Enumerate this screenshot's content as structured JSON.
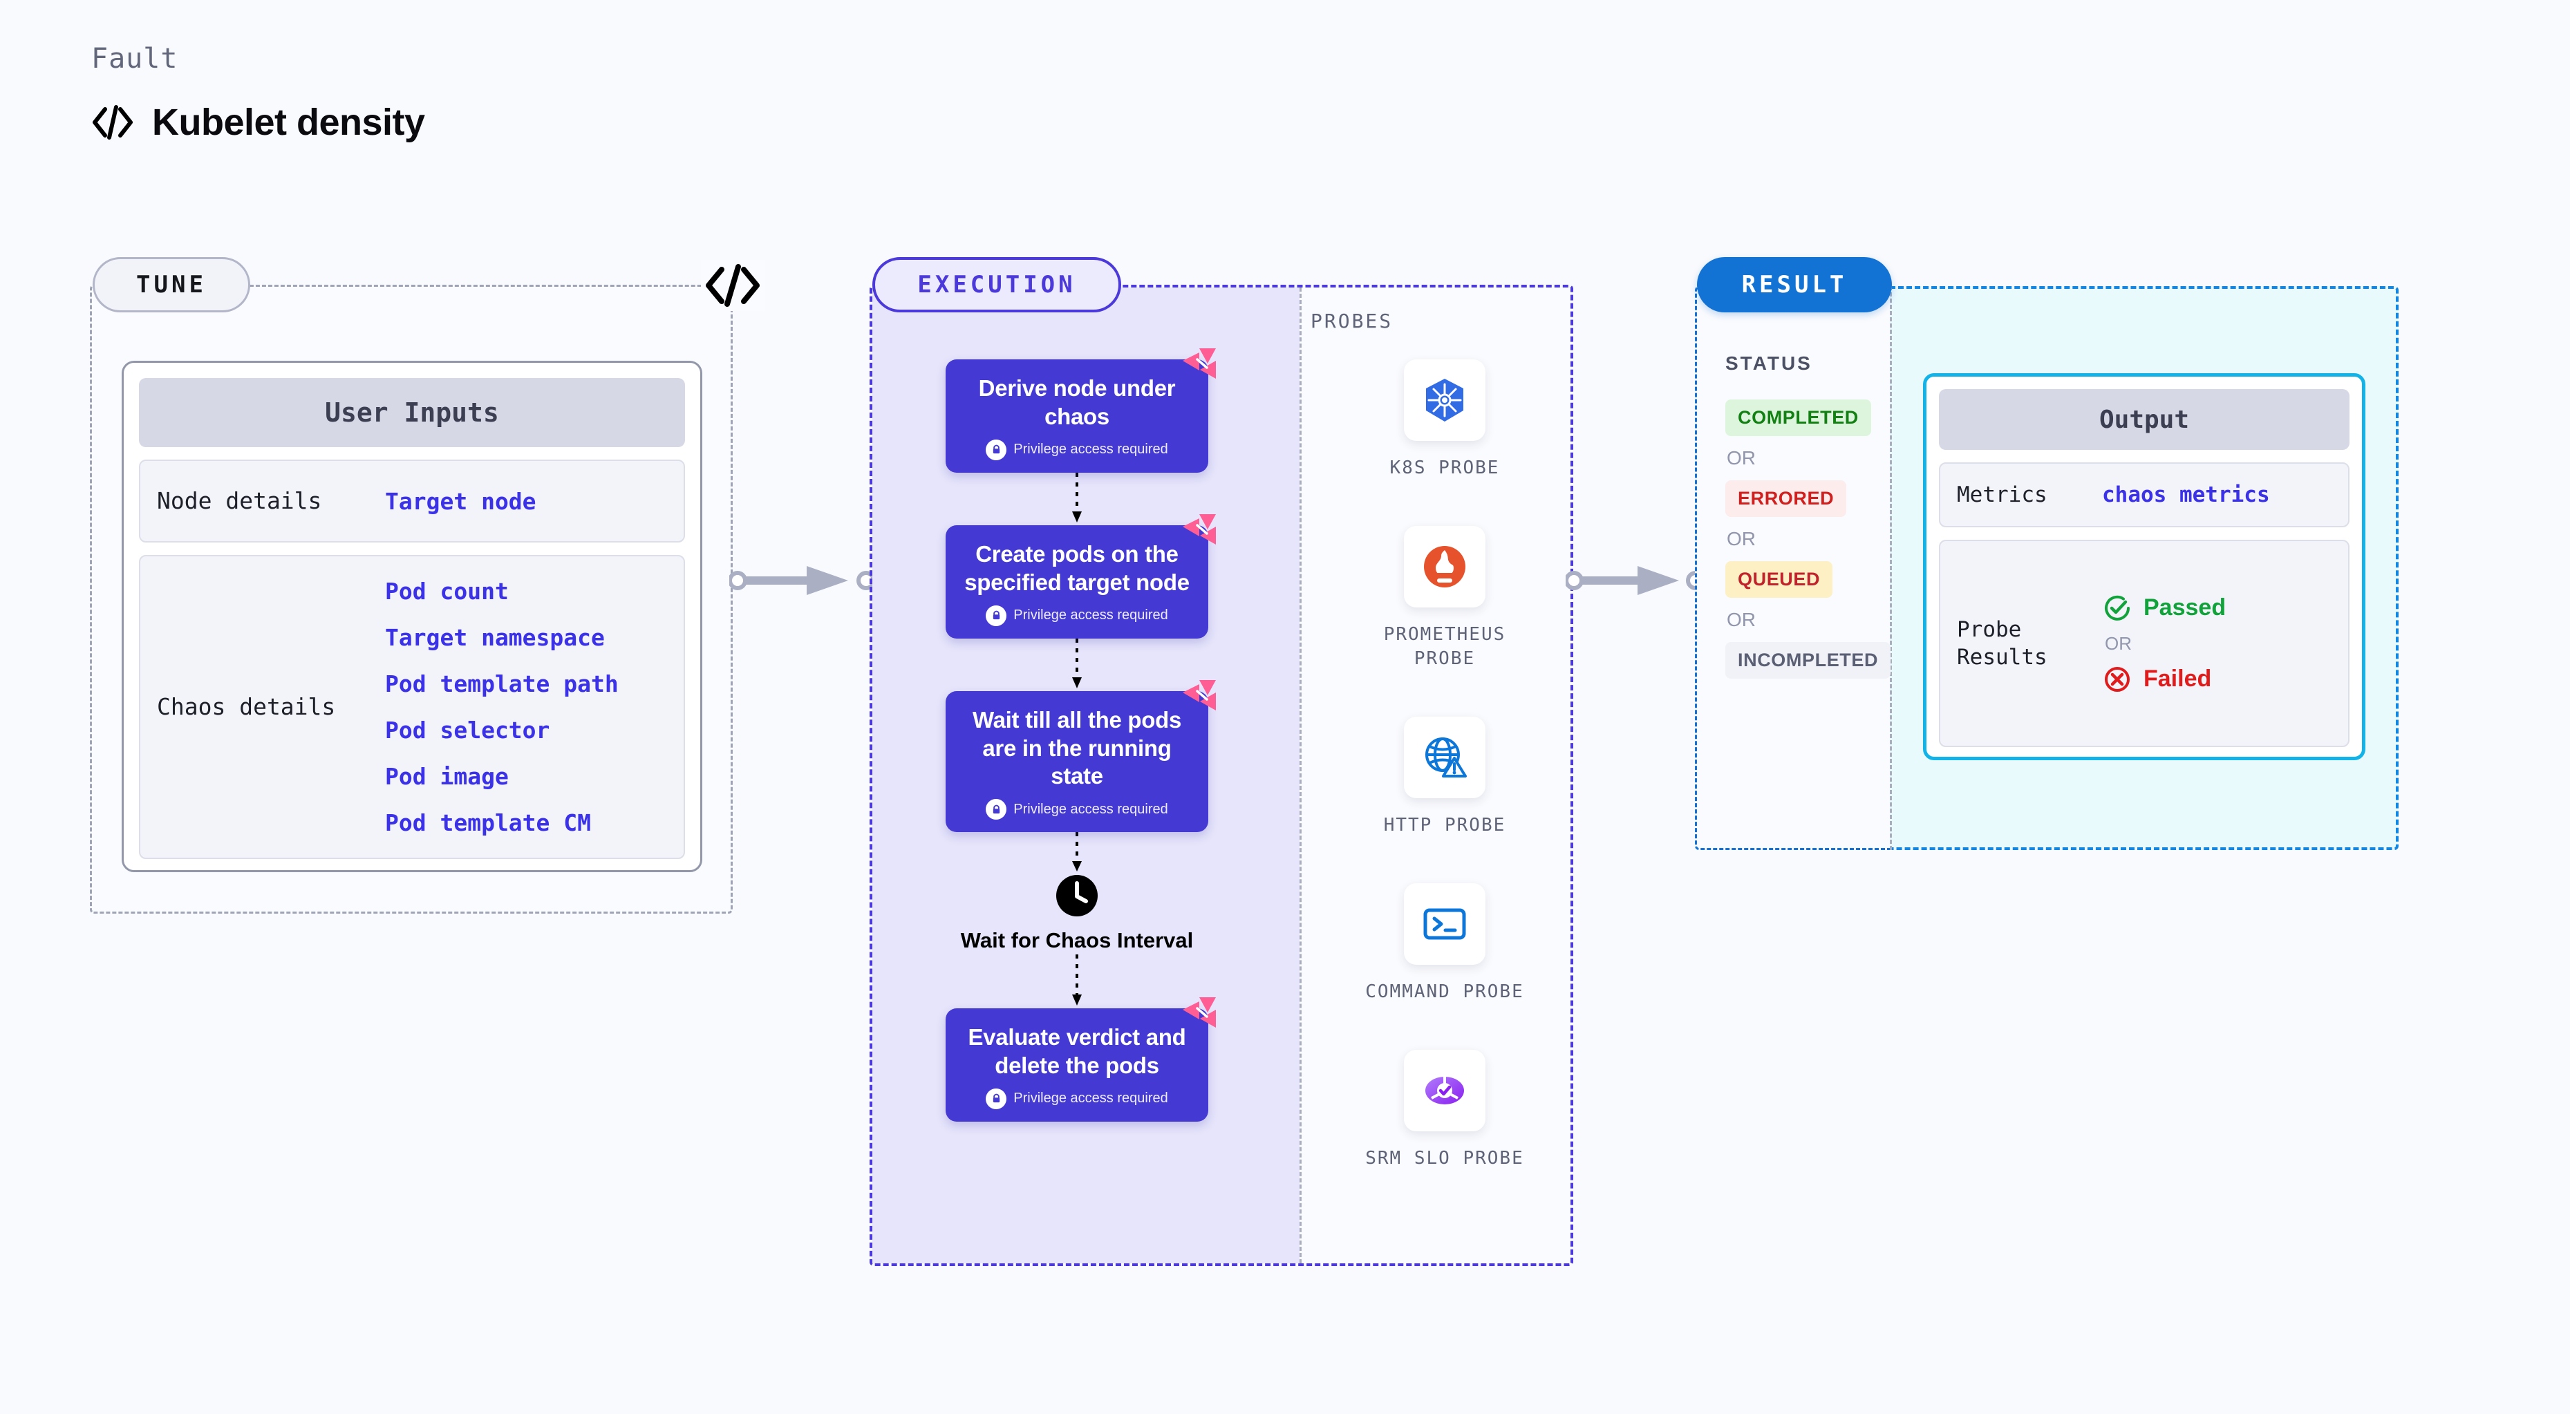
{
  "header": {
    "eyebrow": "Fault",
    "title": "Kubelet density",
    "icon": "code-icon"
  },
  "tune": {
    "pill_label": "TUNE",
    "code_icon": "code-icon",
    "card_title": "User Inputs",
    "rows": [
      {
        "key": "Node details",
        "values": [
          "Target node"
        ]
      },
      {
        "key": "Chaos details",
        "values": [
          "Pod count",
          "Target namespace",
          "Pod template path",
          "Pod selector",
          "Pod image",
          "Pod template CM"
        ]
      }
    ]
  },
  "execution": {
    "pill_label": "EXECUTION",
    "steps": [
      {
        "title": "Derive node under chaos",
        "sub": "Privilege access required",
        "lock": "lock-icon",
        "badge": "harness-logo-badge"
      },
      {
        "title": "Create pods on the specified target node",
        "sub": "Privilege access required",
        "lock": "lock-icon",
        "badge": "harness-logo-badge"
      },
      {
        "title": "Wait till all the pods are in the running state",
        "sub": "Privilege access required",
        "lock": "lock-icon",
        "badge": "harness-logo-badge"
      }
    ],
    "wait_node": {
      "icon": "clock-icon",
      "label": "Wait for Chaos Interval"
    },
    "final_step": {
      "title": "Evaluate verdict and delete the pods",
      "sub": "Privilege access required",
      "lock": "lock-icon",
      "badge": "harness-logo-badge"
    }
  },
  "probes": {
    "title": "PROBES",
    "items": [
      {
        "name": "K8S PROBE",
        "icon": "kubernetes-icon"
      },
      {
        "name": "PROMETHEUS PROBE",
        "icon": "prometheus-icon"
      },
      {
        "name": "HTTP PROBE",
        "icon": "http-globe-icon"
      },
      {
        "name": "COMMAND PROBE",
        "icon": "terminal-icon"
      },
      {
        "name": "SRM SLO PROBE",
        "icon": "srm-slo-icon"
      }
    ]
  },
  "result": {
    "pill_label": "RESULT",
    "status_title": "STATUS",
    "or_label": "OR",
    "statuses": [
      {
        "label": "COMPLETED",
        "bg": "#ddf5dd",
        "fg": "#128012"
      },
      {
        "label": "ERRORED",
        "bg": "#fdecec",
        "fg": "#cf2020"
      },
      {
        "label": "QUEUED",
        "bg": "#fdf0c4",
        "fg": "#c0232c"
      },
      {
        "label": "INCOMPLETED",
        "bg": "#f1f2f7",
        "fg": "#5a5f73"
      }
    ],
    "output": {
      "card_title": "Output",
      "metrics_key": "Metrics",
      "metrics_value": "chaos metrics",
      "probe_key": "Probe Results",
      "passed_label": "Passed",
      "failed_label": "Failed",
      "or_label": "OR",
      "passed_icon": "check-circle-icon",
      "failed_icon": "x-circle-icon",
      "passed_color": "#12a23b",
      "failed_color": "#e01b1b"
    }
  },
  "colors": {
    "accent_purple": "#4539d4",
    "accent_blue": "#1273d4",
    "accent_cyan": "#13b3e8",
    "badge_pink": "#ff5e95"
  }
}
